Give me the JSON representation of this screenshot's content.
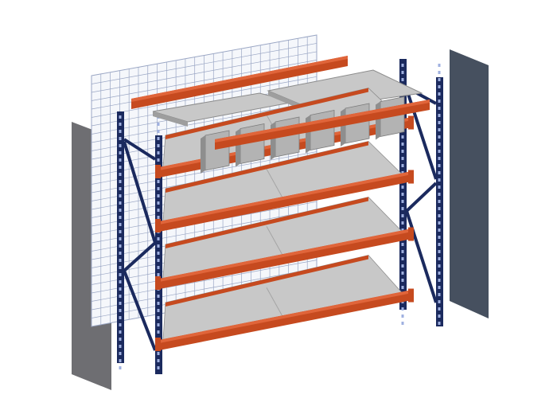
{
  "diagram": {
    "kind": "exploded shelving rack",
    "components": [
      "left-side-panel",
      "wire-mesh-back-panel",
      "left-upright-frame",
      "right-upright-frame",
      "top-loose-beam",
      "top-shelf-panels",
      "shelf-dividers",
      "shelf-level-1",
      "shelf-level-2",
      "shelf-level-3",
      "shelf-level-4",
      "right-side-panel"
    ],
    "shelf_levels": 4,
    "divider_count": 6,
    "loose_top_decks": 2,
    "colors": {
      "upright": "#1b2a5e",
      "beam": "#c64a1f",
      "beam_highlight": "#e0653a",
      "deck": "#b9b9b9",
      "deck_top": "#c8c8c8",
      "mesh": "#9aa6c4",
      "side_panel_left": "#6e6e72",
      "side_panel_right": "#46505f",
      "divider": "#b3b3b3"
    }
  }
}
